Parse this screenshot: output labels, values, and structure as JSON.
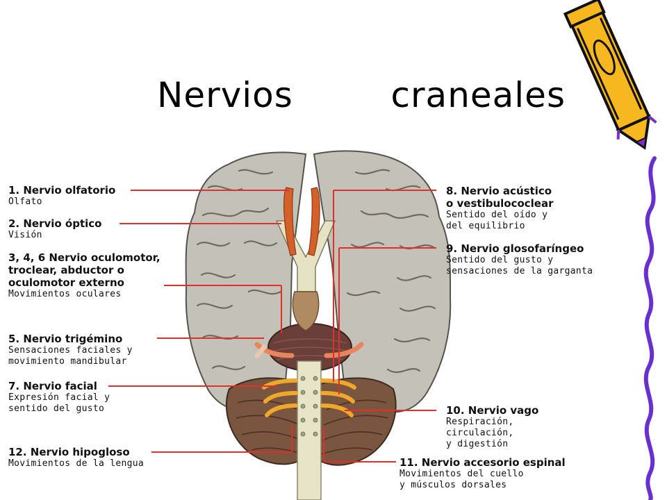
{
  "title": "Nervios   craneales",
  "labels_left": [
    {
      "heading": [
        "1. Nervio olfatorio"
      ],
      "desc": [
        "Olfato"
      ]
    },
    {
      "heading": [
        "2. Nervio óptico"
      ],
      "desc": [
        "Visión"
      ]
    },
    {
      "heading": [
        "3, 4, 6  Nervio oculomotor,",
        "troclear, abductor o",
        "oculomotor externo"
      ],
      "desc": [
        "Movimientos oculares"
      ]
    },
    {
      "heading": [
        "5. Nervio trigémino"
      ],
      "desc": [
        "Sensaciones faciales y",
        "movimiento mandibular"
      ]
    },
    {
      "heading": [
        "7. Nervio facial"
      ],
      "desc": [
        "Expresión facial y",
        "sentido del gusto"
      ]
    },
    {
      "heading": [
        "12. Nervio hipogloso"
      ],
      "desc": [
        "Movimientos de la lengua"
      ]
    }
  ],
  "labels_right": [
    {
      "heading": [
        "8. Nervio acústico",
        "o vestibulococlear"
      ],
      "desc": [
        "Sentido del oído y",
        "del equilibrio"
      ]
    },
    {
      "heading": [
        "9. Nervio glosofaríngeo"
      ],
      "desc": [
        "Sentido del gusto y",
        "sensaciones de la garganta"
      ]
    },
    {
      "heading": [
        "10. Nervio vago"
      ],
      "desc": [
        "Respiración,",
        "circulación,",
        "y digestión"
      ]
    },
    {
      "heading": [
        "11. Nervio accesorio espinal"
      ],
      "desc": [
        "Movimientos del cuello",
        "y músculos dorsales"
      ]
    }
  ],
  "colors": {
    "leader_line": "#e0302a",
    "brain": "#c4c2b8",
    "brain_sulci": "#6e6a62",
    "cerebellum": "#7a5540",
    "brainstem": "#e8e4c8",
    "pencil_body": "#f6b81e",
    "pencil_outline": "#111111",
    "pencil_accent": "#7a2fc0",
    "squiggle": "#6a2fd0"
  }
}
